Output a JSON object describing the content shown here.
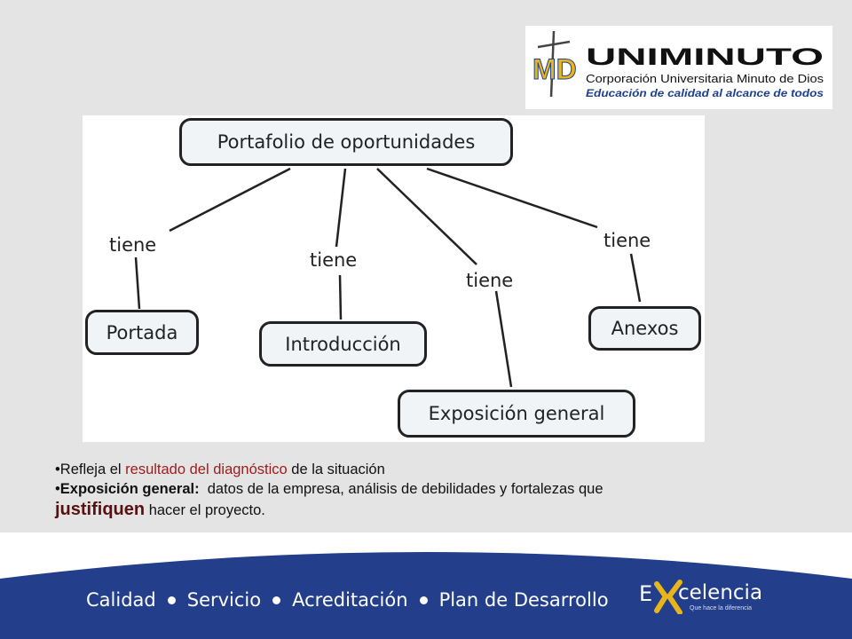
{
  "logo": {
    "monogram": "MD",
    "name": "UNIMINUTO",
    "subtitle": "Corporación Universitaria Minuto de Dios",
    "tagline": "Educación de calidad al alcance de todos"
  },
  "diagram": {
    "root": "Portafolio de oportunidades",
    "edge_label": "tiene",
    "nodes": [
      "Portada",
      "Introducción",
      "Exposición general",
      "Anexos"
    ]
  },
  "bullets": {
    "b1_before": "Refleja el ",
    "b1_highlight": "resultado del diagnóstico",
    "b1_after": " de la situación",
    "b2_bold": "Exposición general:",
    "b2_text": "  datos de la empresa, análisis de debilidades y fortalezas que",
    "b2_big": "justifiquen",
    "b2_end": " hacer el proyecto."
  },
  "footer": {
    "items": [
      "Calidad",
      "Servicio",
      "Acreditación",
      "Plan de Desarrollo"
    ],
    "brand_e": "E",
    "brand_rest": "celencia",
    "brand_tagline": "Que hace la diferencia"
  },
  "colors": {
    "background": "#e4e4e4",
    "footer": "#233f8c",
    "logo_gold": "#e8b51a",
    "logo_blue": "#1f3f8f",
    "highlight": "#9e1b1b"
  }
}
